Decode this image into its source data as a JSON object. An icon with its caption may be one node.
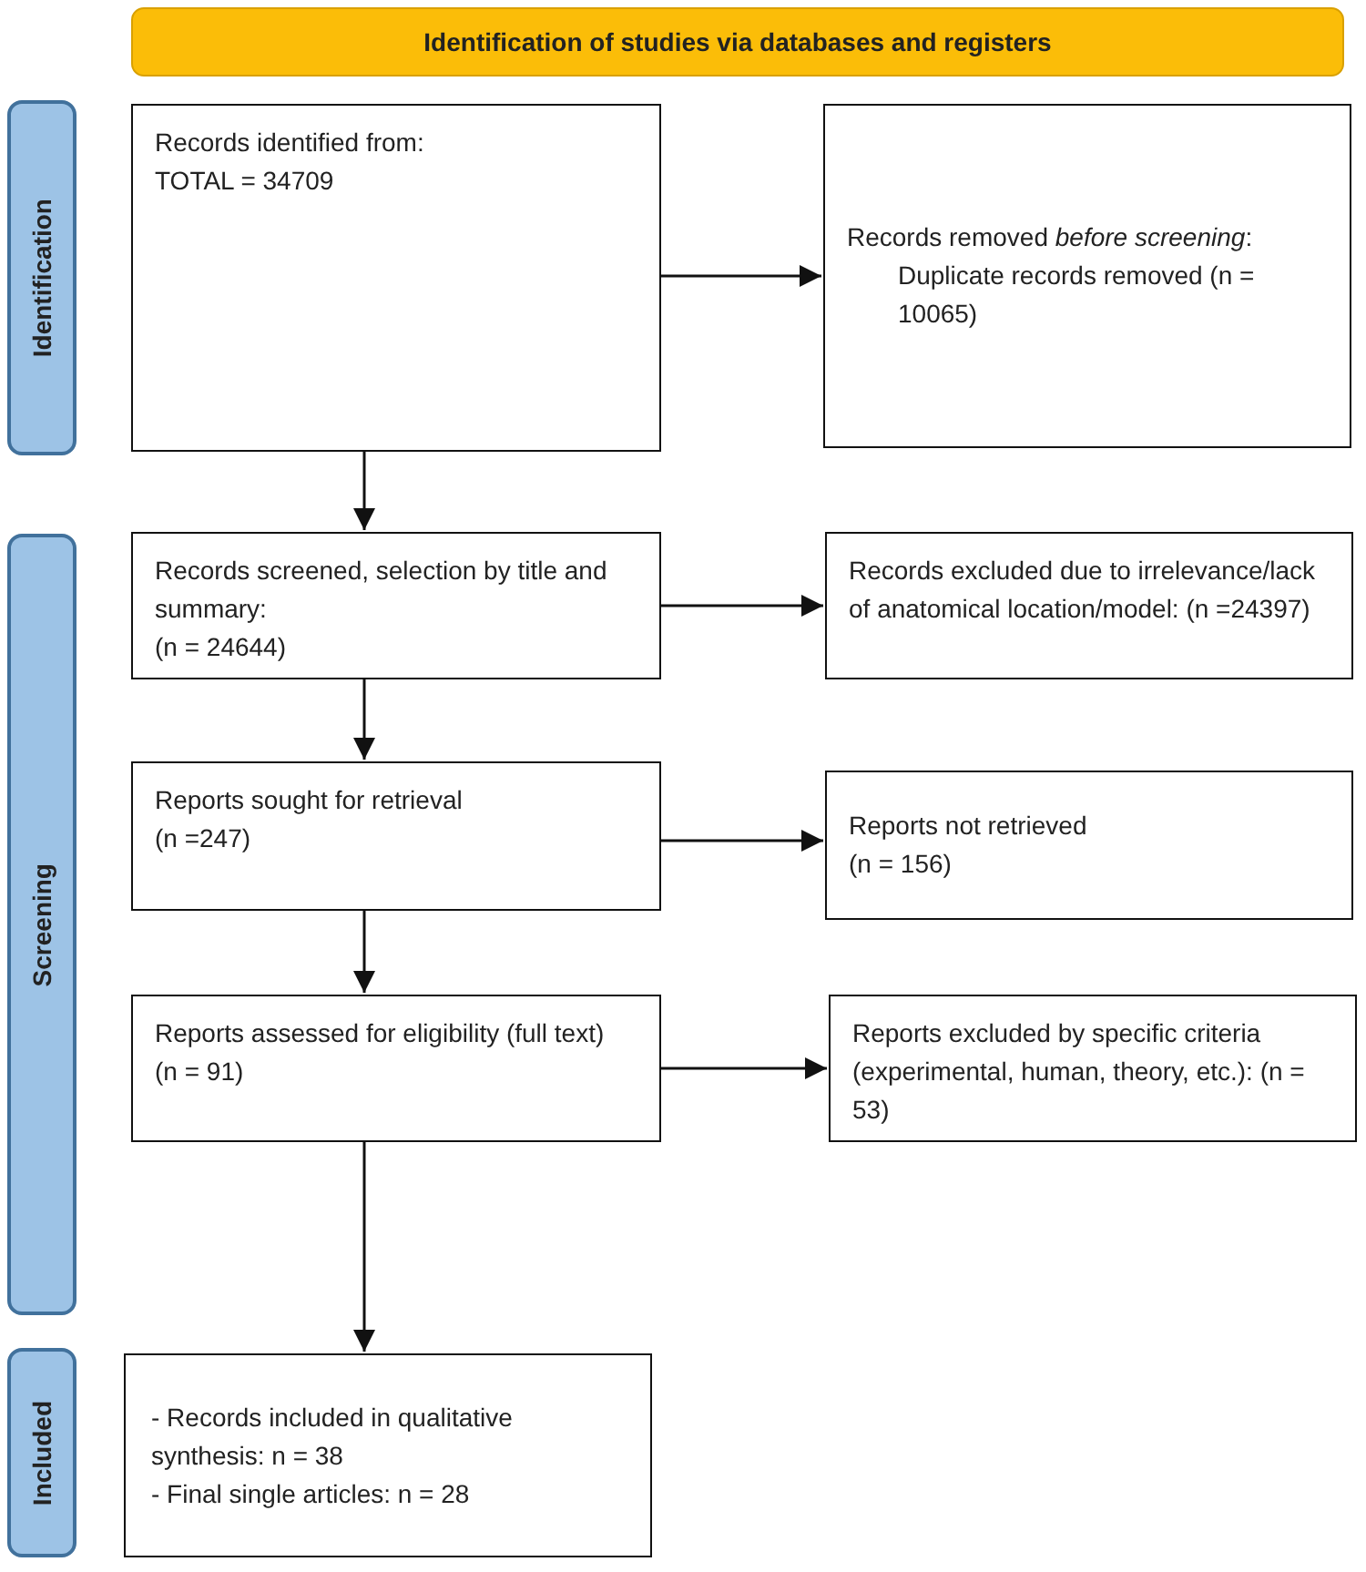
{
  "diagram": {
    "nodes": [
      {
        "text": [
          "Identification of studies via databases and registers"
        ]
      },
      {
        "text": [
          "Identification"
        ]
      },
      {
        "text": [
          "Screening"
        ]
      },
      {
        "text": [
          "Included"
        ]
      },
      {
        "text": [
          "Records identified from:",
          "TOTAL = 34709"
        ]
      },
      {
        "text": [
          "Records removed *before screening*:",
          "Duplicate records removed (n = 10065)"
        ]
      },
      {
        "text": [
          "Records screened, selection by title and summary:",
          "(n = 24644)"
        ]
      },
      {
        "text": [
          "Records excluded due to irrelevance/lack of anatomical location/model: (n =24397)"
        ]
      },
      {
        "text": [
          "Reports sought for retrieval",
          "(n =247)"
        ]
      },
      {
        "text": [
          "Reports not retrieved",
          "(n = 156)"
        ]
      },
      {
        "text": [
          "Reports assessed for eligibility (full text)",
          "(n = 91)"
        ]
      },
      {
        "text": [
          "Reports excluded by specific criteria (experimental, human, theory, etc.): (n = 53)"
        ]
      },
      {
        "text": [
          "- Records included in qualitative synthesis: n = 38",
          "- Final single articles: n = 28"
        ]
      }
    ],
    "edges": [
      {
        "from": 4,
        "to": 5,
        "arrow": "to"
      },
      {
        "from": 4,
        "to": 6,
        "arrow": "to"
      },
      {
        "from": 6,
        "to": 7,
        "arrow": "to"
      },
      {
        "from": 6,
        "to": 8,
        "arrow": "to"
      },
      {
        "from": 8,
        "to": 9,
        "arrow": "to"
      },
      {
        "from": 8,
        "to": 10,
        "arrow": "to"
      },
      {
        "from": 10,
        "to": 11,
        "arrow": "to"
      },
      {
        "from": 10,
        "to": 12,
        "arrow": "to"
      }
    ]
  }
}
